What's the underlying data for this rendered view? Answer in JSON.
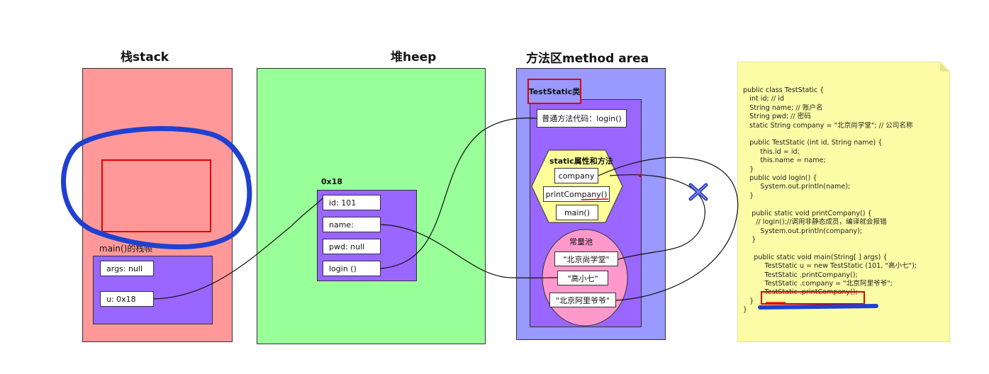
{
  "titles": {
    "stack": "栈stack",
    "heap": "堆heep",
    "method_area": "方法区method area"
  },
  "stack": {
    "frame_label": "main()的栈帧",
    "args": "args: null",
    "u": "u:    0x18"
  },
  "heap": {
    "address": "0x18",
    "fields": [
      "id:    101",
      "name:",
      "pwd:   null",
      "login  ()"
    ]
  },
  "method_area": {
    "class_label": "TestStatic类",
    "normal_method": "普通方法代码：login()",
    "static_label": "static属性和方法",
    "static_items": [
      "company",
      "printCompany()",
      "main()"
    ],
    "pool_label": "常量池",
    "pool_items": [
      "\"北京尚学堂\"",
      "\"高小七\"",
      "\"北京阿里爷爷\""
    ]
  },
  "code": {
    "lines": [
      "public class TestStatic {",
      "   int id; // id",
      "   String name; // 账户名",
      "   String pwd; // 密码",
      "   static String company = \"北京尚学堂\"; // 公司名称",
      "",
      "   public TestStatic (int id, String name) {",
      "        this.id = id;",
      "        this.name = name;",
      "   }",
      "   public void login() {",
      "        System.out.println(name);",
      "   }",
      "",
      "    public static void printCompany() {",
      "      // login();//调用非静态成员，编译就会报错",
      "        System.out.println(company);",
      "    }",
      "",
      "     public static void main(String[ ] args) {",
      "          TestStatic u = new TestStatic (101, \"高小七\");",
      "          TestStatic .printCompany();",
      "          TestStatic .company = \"北京阿里爷爷\";",
      "          TestStatic .printCompany();",
      "   }",
      "}"
    ]
  },
  "colors": {
    "stack_bg": "#ff9999",
    "heap_bg": "#99ff99",
    "method_bg": "#9999ff",
    "inner_purple": "#9966ff",
    "hexagon": "#ffff99",
    "pool": "#ff99cc",
    "note": "#fdfca6",
    "highlight_red": "#e00000",
    "annotation_blue": "#2040d0"
  }
}
